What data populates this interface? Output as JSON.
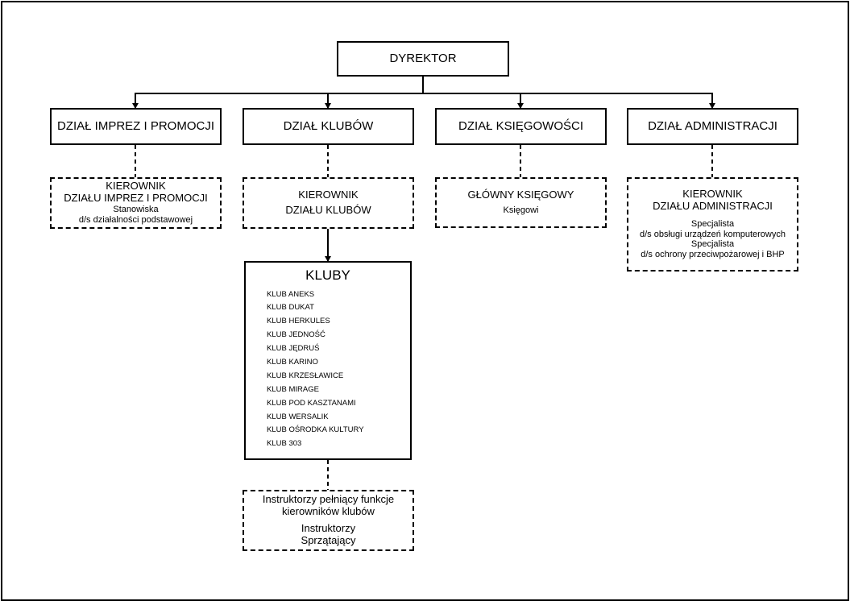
{
  "chart": {
    "director": "DYREKTOR",
    "departments": [
      "DZIAŁ IMPREZ I PROMOCJI",
      "DZIAŁ KLUBÓW",
      "DZIAŁ KSIĘGOWOŚCI",
      "DZIAŁ ADMINISTRACJI"
    ],
    "imprezy": {
      "head1": "KIEROWNIK",
      "head2": "DZIAŁU IMPREZ I PROMOCJI",
      "sub1": "Stanowiska",
      "sub2": "d/s działalności podstawowej"
    },
    "klubow": {
      "head1": "KIEROWNIK",
      "head2": "DZIAŁU KLUBÓW"
    },
    "ksiegowosc": {
      "head": "GŁÓWNY KSIĘGOWY",
      "sub": "Księgowi"
    },
    "administracja": {
      "head1": "KIEROWNIK",
      "head2": "DZIAŁU ADMINISTRACJI",
      "sub1": "Specjalista",
      "sub2": "d/s obsługi urządzeń komputerowych",
      "sub3": "Specjalista",
      "sub4": "d/s ochrony przeciwpożarowej i BHP"
    },
    "kluby": {
      "title": "KLUBY",
      "items": [
        "KLUB ANEKS",
        "KLUB DUKAT",
        "KLUB HERKULES",
        "KLUB JEDNOŚĆ",
        "KLUB JĘDRUŚ",
        "KLUB KARINO",
        "KLUB KRZESŁAWICE",
        "KLUB MIRAGE",
        "KLUB POD KASZTANAMI",
        "KLUB WERSALIK",
        "KLUB OŚRODKA KULTURY",
        "KLUB 303"
      ]
    },
    "instruktorzy": {
      "line1": "Instruktorzy pełniący funkcje",
      "line2": "kierowników klubów",
      "line3": "Instruktorzy",
      "line4": "Sprzątający"
    }
  }
}
